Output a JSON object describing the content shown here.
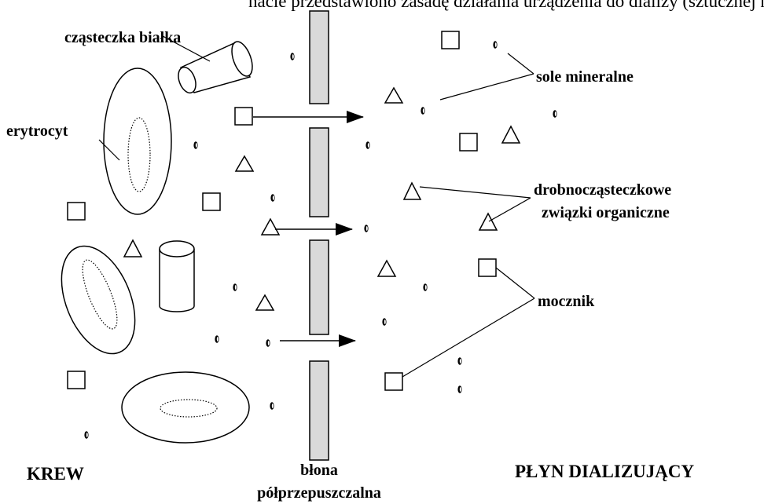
{
  "caption": "nacie przedstawiono zasadę działania urządzenia do dializy (sztucznej nerki).",
  "labels": {
    "protein": "cząsteczka białka",
    "erythrocyte": "erytrocyt",
    "salts": "sole mineralne",
    "organic_line1": "drobnocząsteczkowe",
    "organic_line2": "związki organiczne",
    "urea": "mocznik",
    "blood": "KREW",
    "dialysate": "PŁYN DIALIZUJĄCY",
    "membrane_line1": "błona",
    "membrane_line2": "półprzepuszczalna"
  },
  "colors": {
    "membrane_fill": "#d9d9d9",
    "stroke": "#000000"
  }
}
